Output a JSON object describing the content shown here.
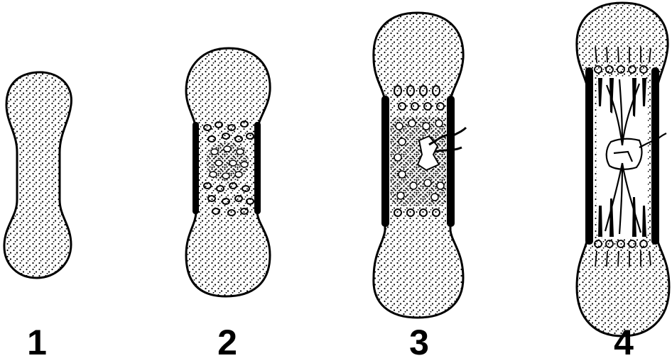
{
  "figure": {
    "stages": [
      {
        "label": "1"
      },
      {
        "label": "2"
      },
      {
        "label": "3"
      },
      {
        "label": "4"
      }
    ],
    "ink_color": "#000000",
    "paper_color": "#ffffff"
  }
}
